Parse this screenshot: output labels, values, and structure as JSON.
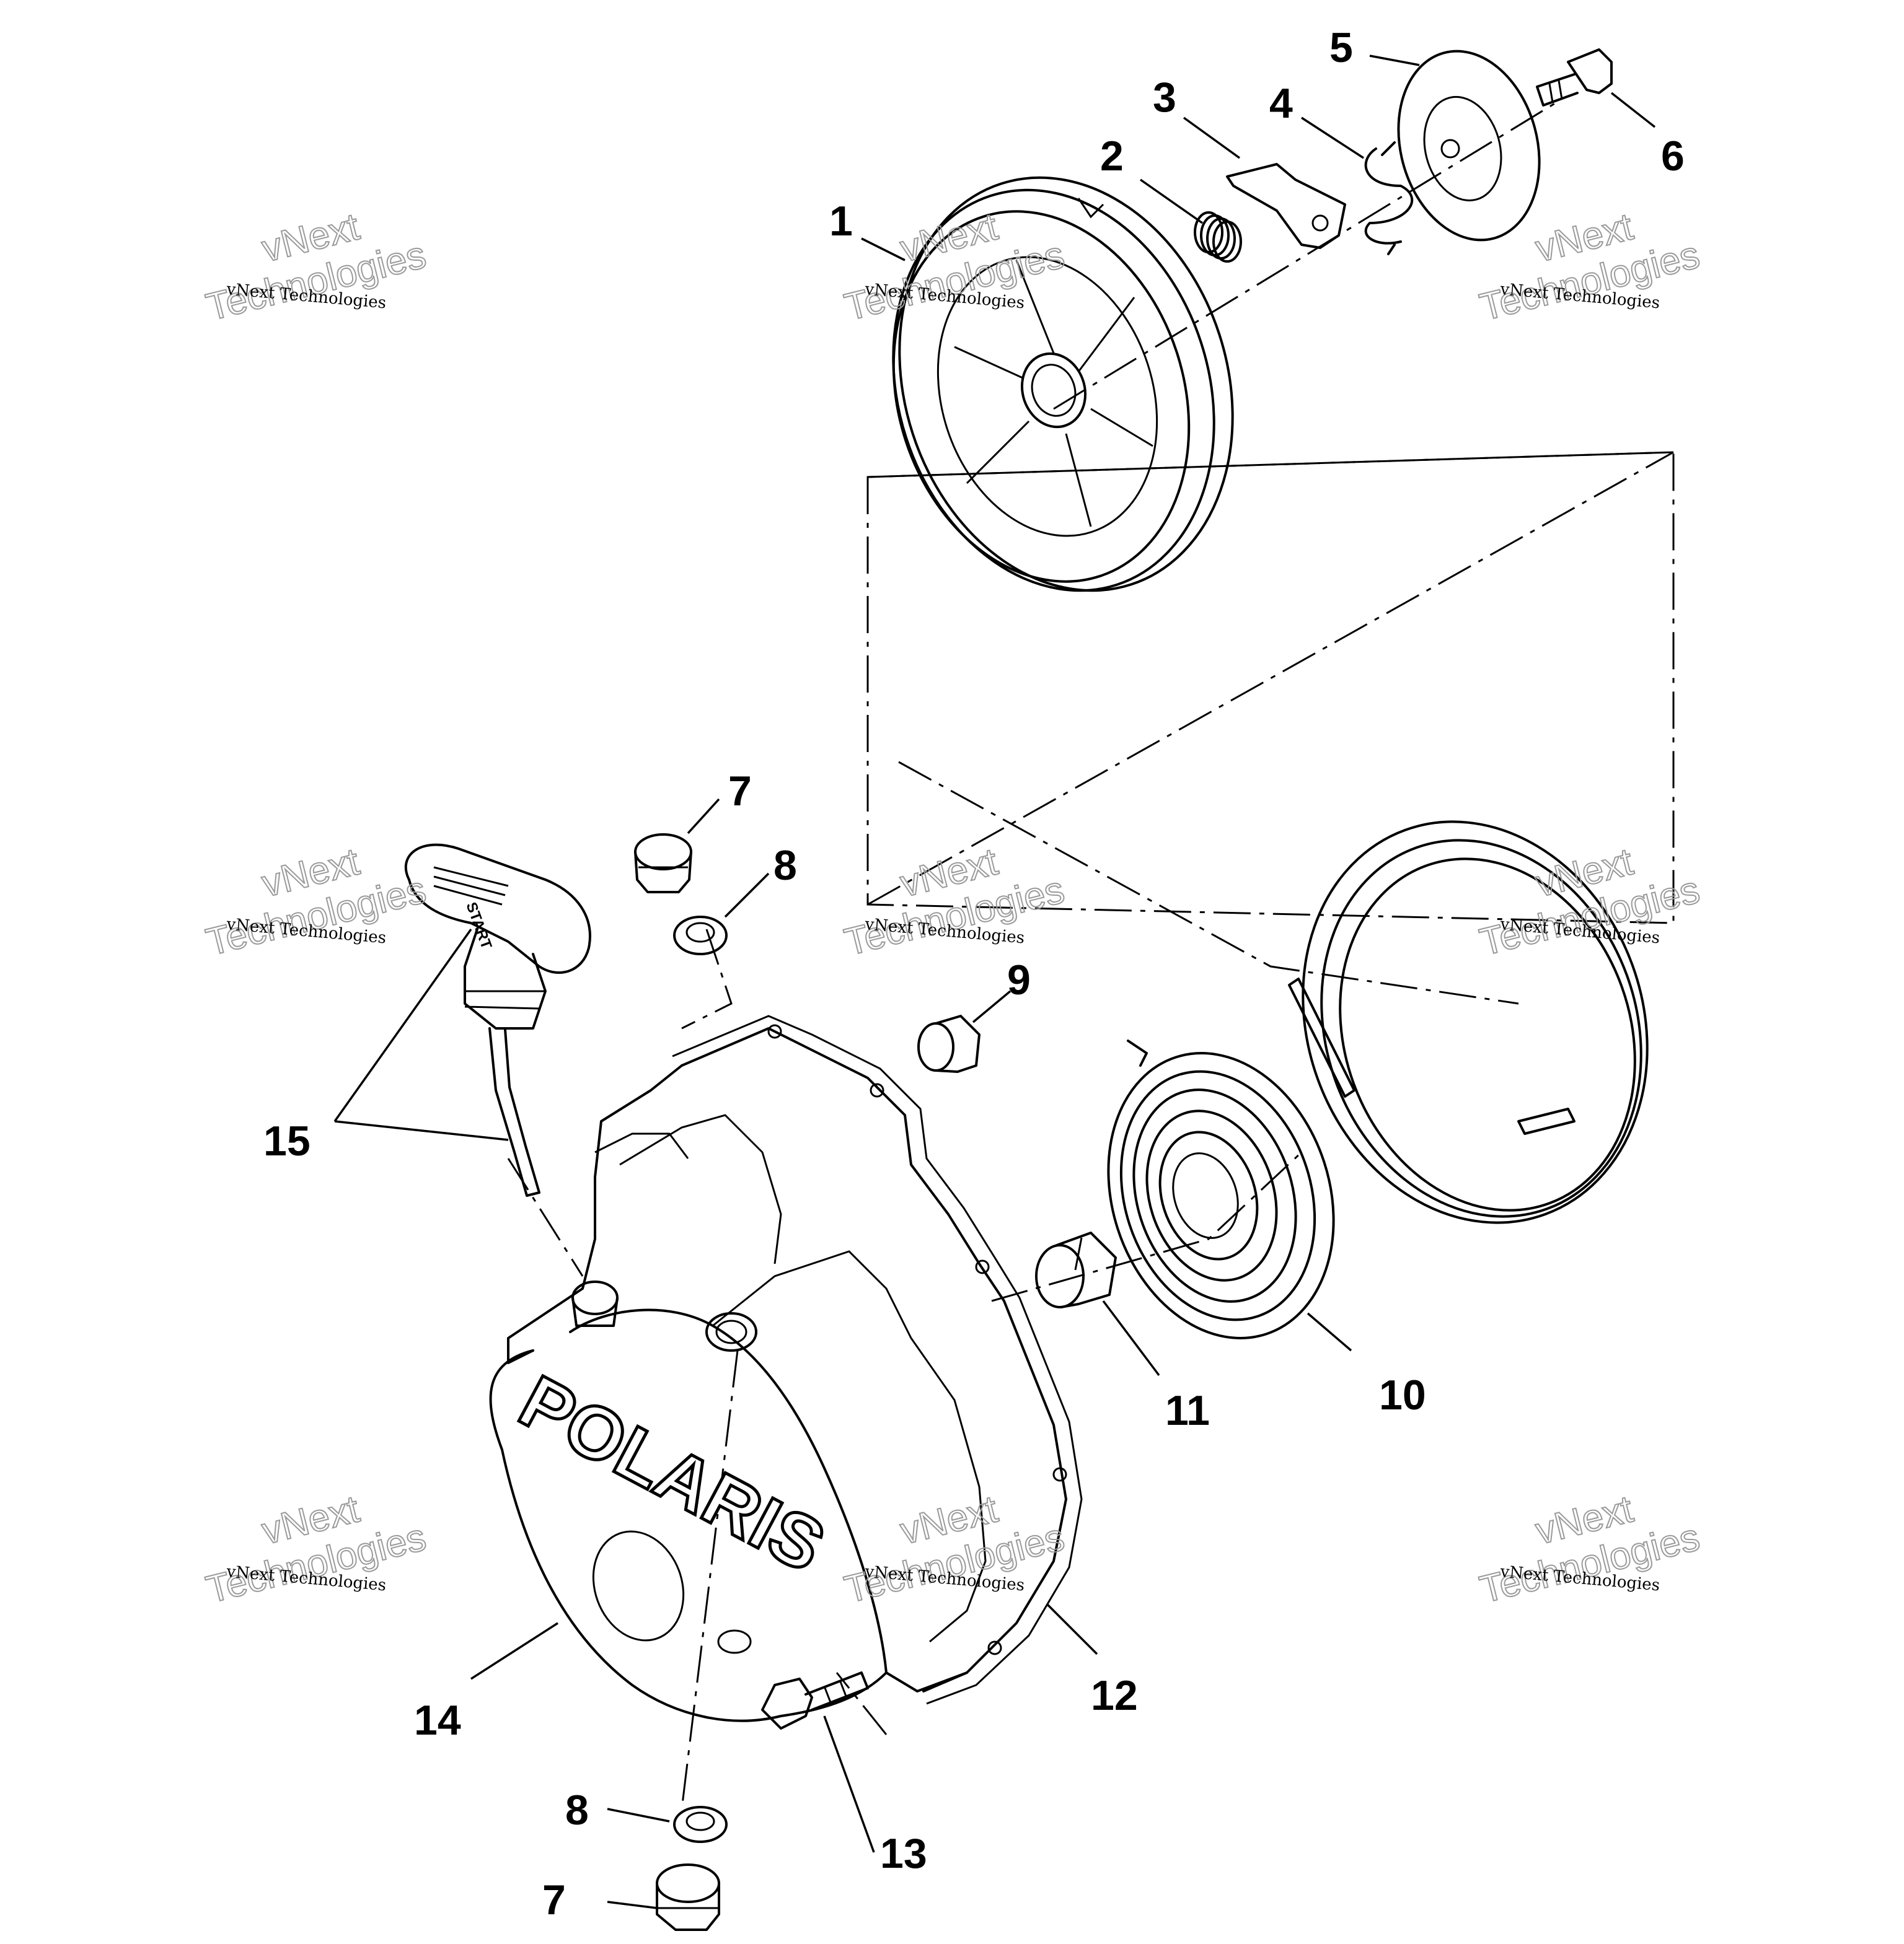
{
  "diagram": {
    "callouts": {
      "c1": "1",
      "c2": "2",
      "c3": "3",
      "c4": "4",
      "c5": "5",
      "c6": "6",
      "c7a": "7",
      "c7b": "7",
      "c8a": "8",
      "c8b": "8",
      "c9": "9",
      "c10": "10",
      "c11": "11",
      "c12": "12",
      "c13": "13",
      "c14": "14",
      "c15": "15"
    },
    "brand_text": "POLARIS",
    "handle_text": "START",
    "watermark": {
      "small": "vNext Technologies",
      "outline_line1": "vNext",
      "outline_line2": "Technologies"
    }
  }
}
